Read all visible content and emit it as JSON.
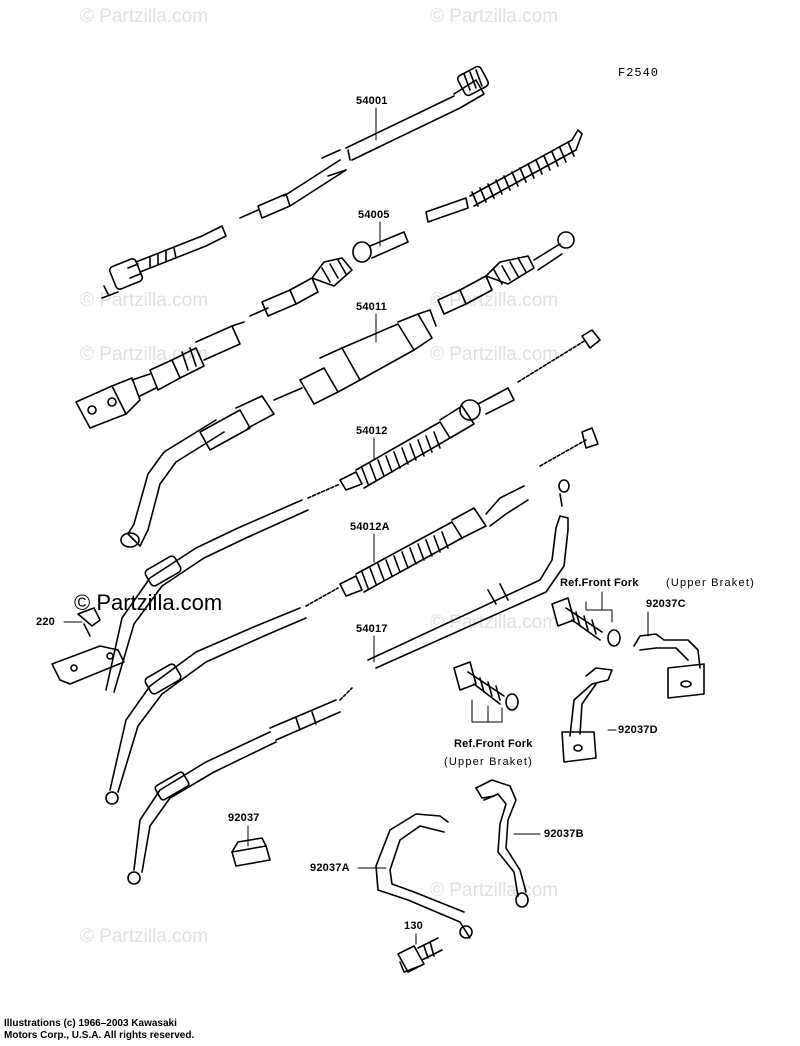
{
  "figure_code": "F2540",
  "watermark": "© Partzilla.com",
  "callouts": {
    "p54001": "54001",
    "p54005": "54005",
    "p54011": "54011",
    "p54012": "54012",
    "p54012A": "54012A",
    "p54017": "54017",
    "p220": "220",
    "p92037": "92037",
    "p92037A": "92037A",
    "p92037B": "92037B",
    "p92037C": "92037C",
    "p92037D": "92037D",
    "p130": "130"
  },
  "references": {
    "upper_title": "Ref.Front Fork",
    "upper_sub": "(Upper Braket)",
    "lower_title": "Ref.Front Fork",
    "lower_sub": "(Upper Braket)"
  },
  "copyright": {
    "line1": "Illustrations (c) 1966–2003 Kawasaki",
    "line2": "Motors Corp., U.S.A.  All rights reserved."
  },
  "colors": {
    "line": "#000000",
    "watermark": "#c8c8c8",
    "background": "#ffffff"
  }
}
